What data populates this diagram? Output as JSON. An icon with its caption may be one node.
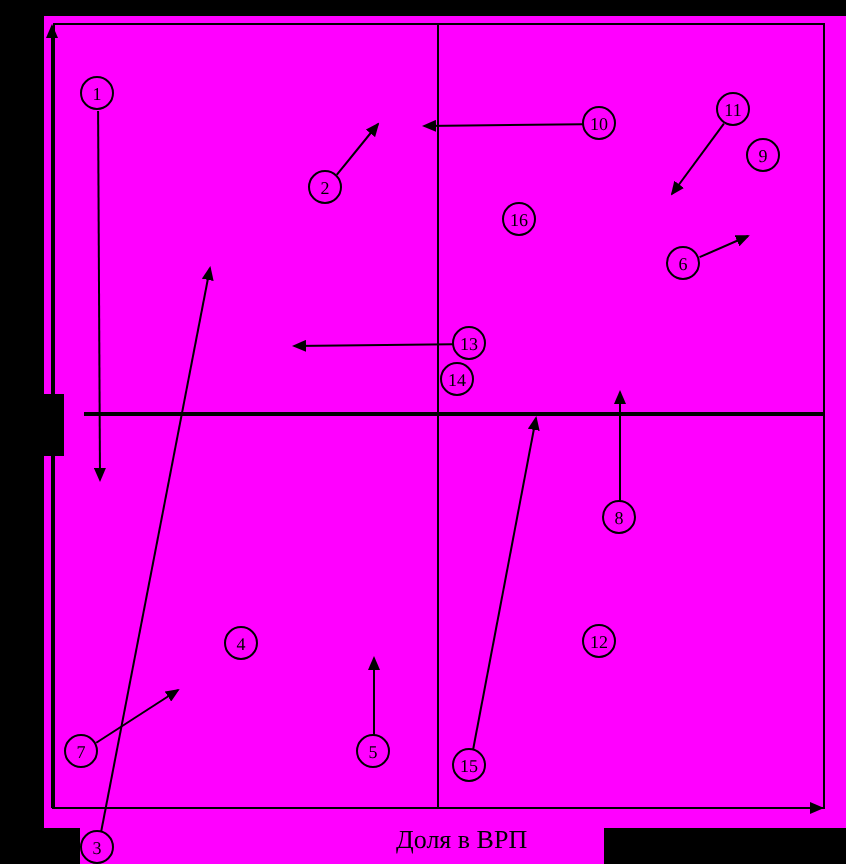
{
  "diagram": {
    "nodes": [
      {
        "text": [
          "1"
        ]
      },
      {
        "text": [
          "11"
        ]
      },
      {
        "text": [
          "10"
        ]
      },
      {
        "text": [
          "9"
        ]
      },
      {
        "text": [
          "2"
        ]
      },
      {
        "text": [
          "16"
        ]
      },
      {
        "text": [
          "6"
        ]
      },
      {
        "text": [
          "13"
        ]
      },
      {
        "text": [
          "14"
        ]
      },
      {
        "text": [
          "8"
        ]
      },
      {
        "text": [
          "4"
        ]
      },
      {
        "text": [
          "12"
        ]
      },
      {
        "text": [
          "7"
        ]
      },
      {
        "text": [
          "5"
        ]
      },
      {
        "text": [
          "15"
        ]
      },
      {
        "text": [
          "3"
        ]
      }
    ],
    "edges": [
      {
        "from": 0,
        "to": null,
        "arrow": "to"
      },
      {
        "from": 1,
        "to": null,
        "arrow": "to"
      },
      {
        "from": 2,
        "to": null,
        "arrow": "to"
      },
      {
        "from": 4,
        "to": null,
        "arrow": "to"
      },
      {
        "from": 6,
        "to": null,
        "arrow": "to"
      },
      {
        "from": 7,
        "to": null,
        "arrow": "to"
      },
      {
        "from": 9,
        "to": null,
        "arrow": "to"
      },
      {
        "from": 12,
        "to": null,
        "arrow": "to"
      },
      {
        "from": 13,
        "to": null,
        "arrow": "to"
      },
      {
        "from": 14,
        "to": null,
        "arrow": "to"
      },
      {
        "from": 15,
        "to": null,
        "arrow": "to"
      }
    ],
    "labels": [
      "Доля в ВРП"
    ]
  }
}
